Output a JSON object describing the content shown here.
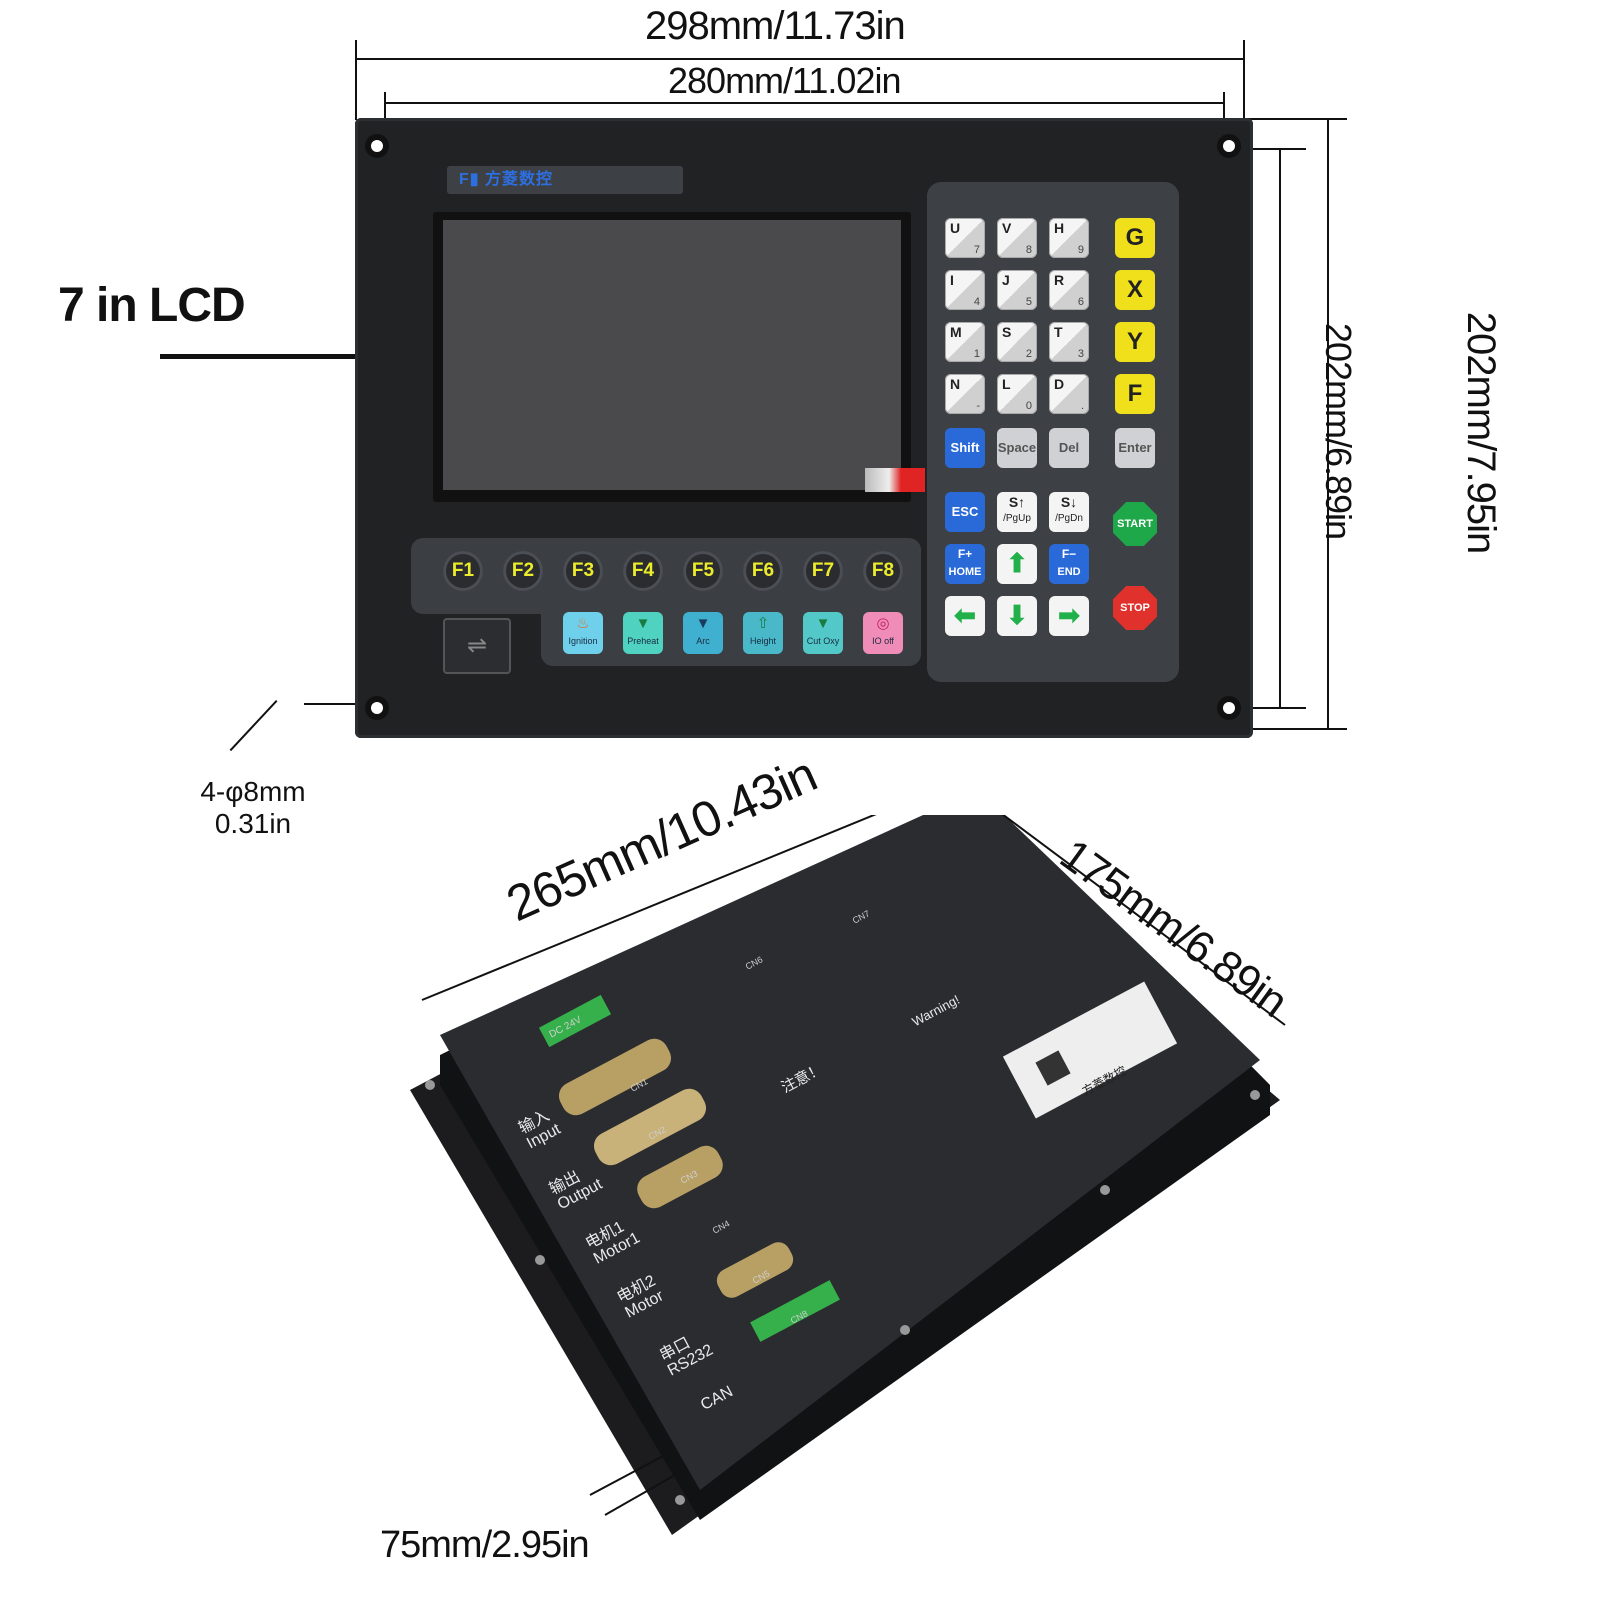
{
  "dimensions": {
    "overall_width": "298mm/11.73in",
    "hole_spacing_width": "280mm/11.02in",
    "hole_spacing_height": "202mm/6.89in",
    "overall_height": "202mm/7.95in",
    "mount_holes_line1": "4-φ8mm",
    "mount_holes_line2": "0.31in",
    "depth": "265mm/10.43in",
    "body_width": "175mm/6.89in",
    "thickness": "75mm/2.95in"
  },
  "callouts": {
    "lcd": "7 in LCD"
  },
  "front_panel": {
    "function_keys": [
      "F1",
      "F2",
      "F3",
      "F4",
      "F5",
      "F6",
      "F7",
      "F8"
    ],
    "process_keys": [
      {
        "label": "Ignition",
        "color": "#6fd0ec"
      },
      {
        "label": "Preheat",
        "color": "#4fd2c0"
      },
      {
        "label": "Arc",
        "color": "#3fb0cf"
      },
      {
        "label": "Height",
        "color": "#49b9c9"
      },
      {
        "label": "Cut Oxy",
        "color": "#52c9c8"
      },
      {
        "label": "IO off",
        "color": "#f08cb8"
      }
    ],
    "keypad_letters": [
      {
        "main": "U",
        "sub": "7"
      },
      {
        "main": "V",
        "sub": "8"
      },
      {
        "main": "H",
        "sub": "9"
      },
      {
        "main": "I",
        "sub": "4"
      },
      {
        "main": "J",
        "sub": "5"
      },
      {
        "main": "R",
        "sub": "6"
      },
      {
        "main": "M",
        "sub": "1"
      },
      {
        "main": "S",
        "sub": "2"
      },
      {
        "main": "T",
        "sub": "3"
      },
      {
        "main": "N",
        "sub": "-"
      },
      {
        "main": "L",
        "sub": "0"
      },
      {
        "main": "D",
        "sub": "."
      }
    ],
    "axis_keys": [
      "G",
      "X",
      "Y",
      "F"
    ],
    "edit_keys": [
      "Shift",
      "Space",
      "Del",
      "Enter"
    ],
    "nav_keys": {
      "esc": "ESC",
      "s_up": "S↑",
      "s_up_sub": "/PgUp",
      "s_down": "S↓",
      "s_down_sub": "/PgDn",
      "home_top": "F+",
      "home_bottom": "HOME",
      "end_top": "F−",
      "end_bottom": "END"
    },
    "start_label": "START",
    "stop_label": "STOP"
  },
  "back_panel": {
    "power_label": "DC 24V",
    "port_labels": [
      {
        "cn": "输入",
        "en": "Input"
      },
      {
        "cn": "输出",
        "en": "Output"
      },
      {
        "cn": "电机1",
        "en": "Motor1"
      },
      {
        "cn": "电机2",
        "en": "Motor"
      },
      {
        "cn": "串口",
        "en": "RS232"
      },
      {
        "cn": "",
        "en": "CAN"
      }
    ],
    "connectors": [
      "CN1",
      "CN2",
      "CN3",
      "CN4",
      "CN5",
      "CN6",
      "CN7",
      "CN8"
    ],
    "notice_cn_title": "注意！",
    "notice_en_title": "Warning!",
    "label_brand": "方菱数控"
  }
}
